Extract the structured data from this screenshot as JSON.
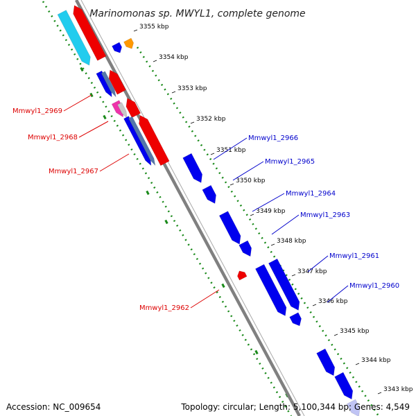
{
  "title": "Marinomonas sp. MWYL1, complete genome",
  "accession_line": "Accession: NC_009654",
  "summary_line": "Topology: circular; Length: 5,100,344 bp; Genes: 4,549",
  "colors": {
    "backbone": "#808080",
    "dots": "#1a8a1a",
    "forward": "#0000ee",
    "reverse": "#ee0000",
    "forward_label": "#0000cc",
    "reverse_label": "#dd0000",
    "cyan": "#22ccee",
    "steelblue": "#5577aa",
    "pink": "#ee33aa",
    "orange": "#ff9900",
    "grey": "#c8c8c8",
    "light": "#c0c4f4"
  },
  "ticks": [
    "3355 kbp",
    "3354 kbp",
    "3353 kbp",
    "3352 kbp",
    "3351 kbp",
    "3350 kbp",
    "3349 kbp",
    "3348 kbp",
    "3347 kbp",
    "3346 kbp",
    "3345 kbp",
    "3344 kbp",
    "3343 kbp"
  ],
  "labels": [
    {
      "text": "Mmwyl1_2969",
      "strand": "reverse"
    },
    {
      "text": "Mmwyl1_2968",
      "strand": "reverse"
    },
    {
      "text": "Mmwyl1_2967",
      "strand": "reverse"
    },
    {
      "text": "Mmwyl1_2962",
      "strand": "reverse"
    },
    {
      "text": "Mmwyl1_2966",
      "strand": "forward"
    },
    {
      "text": "Mmwyl1_2965",
      "strand": "forward"
    },
    {
      "text": "Mmwyl1_2964",
      "strand": "forward"
    },
    {
      "text": "Mmwyl1_2963",
      "strand": "forward"
    },
    {
      "text": "Mmwyl1_2961",
      "strand": "forward"
    },
    {
      "text": "Mmwyl1_2960",
      "strand": "forward"
    }
  ]
}
